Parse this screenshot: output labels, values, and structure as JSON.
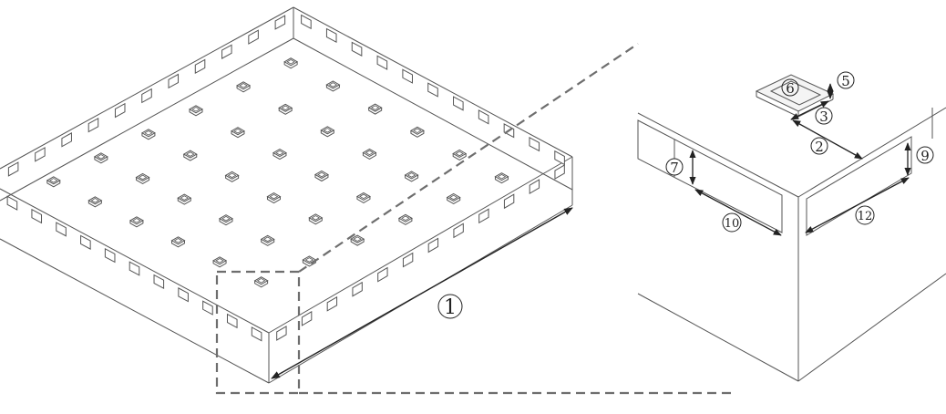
{
  "labels": {
    "l1": "1",
    "l2": "2",
    "l3": "3",
    "l5": "5",
    "l6": "6",
    "l7": "7",
    "l9": "9",
    "l10": "10",
    "l12": "12"
  },
  "colors": {
    "line": "#555555",
    "dark": "#222222",
    "dash": "#6e6e6e",
    "box_fill": "#f3f3f3"
  }
}
